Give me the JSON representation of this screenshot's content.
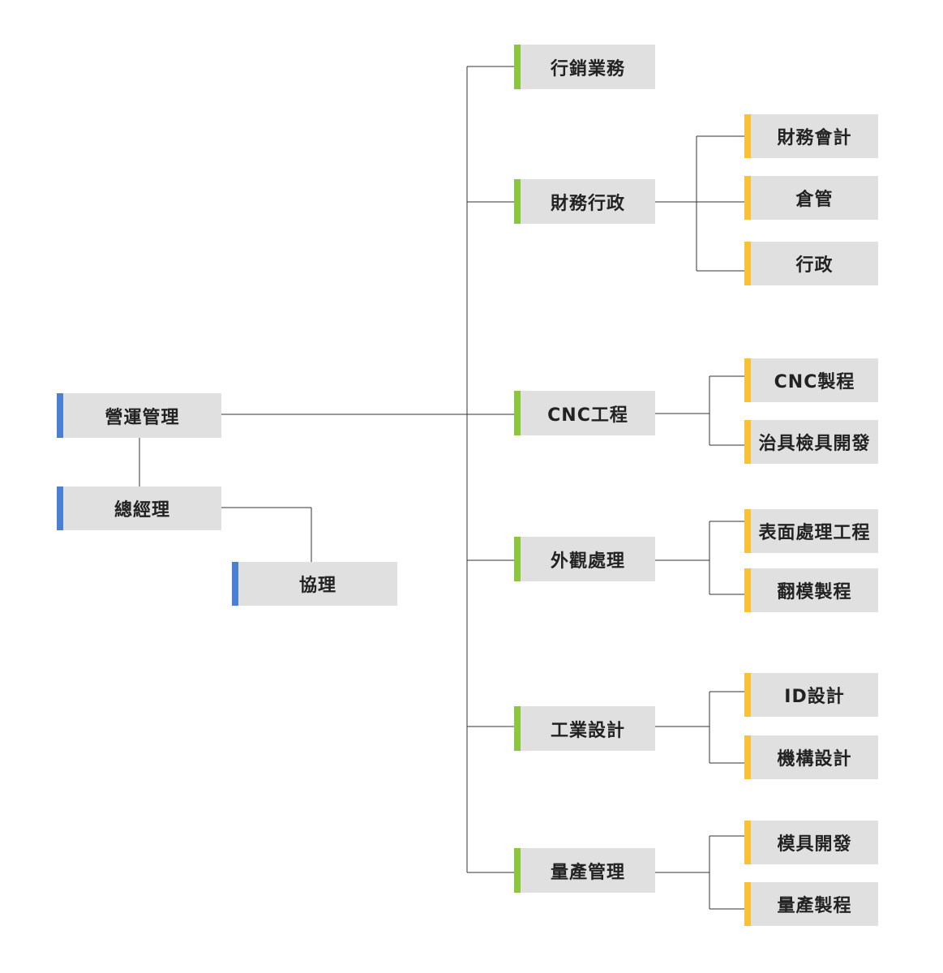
{
  "colors": {
    "root_accent": "#4a7fd4",
    "department_accent": "#8cc63f",
    "section_accent": "#f7c236",
    "node_background": "#e0e0e0",
    "line": "#333333"
  },
  "management": {
    "operations": "營運管理",
    "general_manager": "總經理",
    "assistant_manager": "協理"
  },
  "departments": [
    {
      "label": "行銷業務",
      "children": []
    },
    {
      "label": "財務行政",
      "children": [
        "財務會計",
        "倉管",
        "行政"
      ]
    },
    {
      "label": "CNC工程",
      "children": [
        "CNC製程",
        "治具檢具開發"
      ]
    },
    {
      "label": "外觀處理",
      "children": [
        "表面處理工程",
        "翻模製程"
      ]
    },
    {
      "label": "工業設計",
      "children": [
        "ID設計",
        "機構設計"
      ]
    },
    {
      "label": "量產管理",
      "children": [
        "模具開發",
        "量產製程"
      ]
    }
  ]
}
